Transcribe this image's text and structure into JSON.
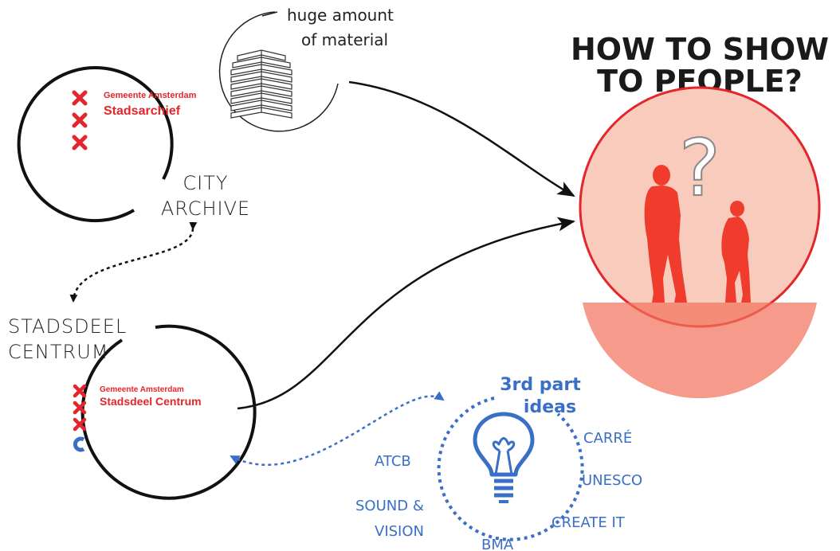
{
  "headline": {
    "line1": "HOW TO SHOW",
    "line2": "TO PEOPLE?"
  },
  "material": {
    "line1": "huge amount",
    "line2": "of material"
  },
  "city_archive": {
    "org_line1": "Gemeente Amsterdam",
    "org_line2": "Stadsarchief",
    "label_line1": "CITY",
    "label_line2": "ARCHIVE"
  },
  "stadsdeel": {
    "label_line1": "STADSDEEL",
    "label_line2": "CENTRUM",
    "org_line1": "Gemeente Amsterdam",
    "org_line2": "Stadsdeel Centrum"
  },
  "third_party": {
    "title_line1": "3rd part",
    "title_line2": "ideas",
    "partners": [
      "ATCB",
      "CARRÉ",
      "UNESCO",
      "CREATE IT",
      "BMA",
      "SOUND &",
      "VISION"
    ]
  },
  "question_mark": "?",
  "colors": {
    "red": "#e3262b",
    "blue": "#3a6fc7",
    "circle_fill": "#f9cbbd",
    "circle_stroke": "#e3262b",
    "silhouette": "#ef3c2d"
  }
}
